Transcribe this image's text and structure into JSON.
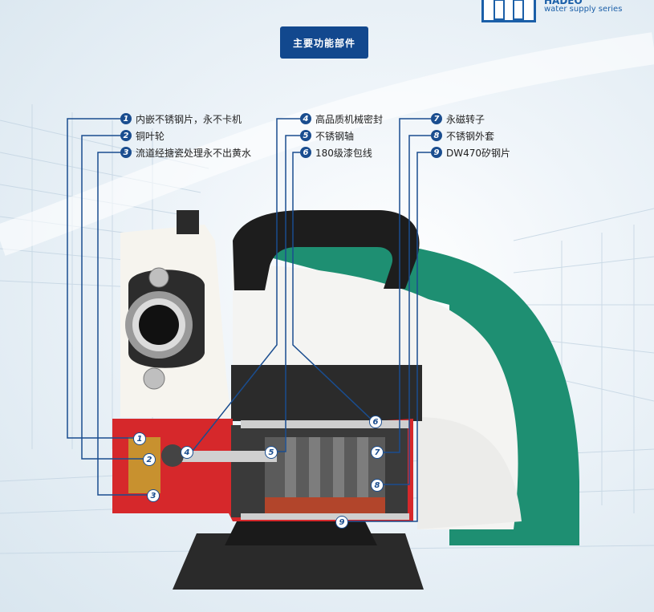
{
  "brand": {
    "name": "HADEO",
    "tagline": "water supply series"
  },
  "title": "主要功能部件",
  "callouts": [
    {
      "num": "1",
      "text": "内嵌不锈钢片，永不卡机"
    },
    {
      "num": "2",
      "text": "铜叶轮"
    },
    {
      "num": "3",
      "text": "流道经搪瓷处理永不出黄水"
    },
    {
      "num": "4",
      "text": "高品质机械密封"
    },
    {
      "num": "5",
      "text": "不锈钢轴"
    },
    {
      "num": "6",
      "text": "180级漆包线"
    },
    {
      "num": "7",
      "text": "永磁转子"
    },
    {
      "num": "8",
      "text": "不锈钢外套"
    },
    {
      "num": "9",
      "text": "DW470矽钢片"
    }
  ],
  "colors": {
    "accent_blue": "#1a4d8f",
    "pump_green": "#1e8f72",
    "cutaway_red": "#d6282b",
    "handle_black": "#1d1d1d"
  },
  "icons": [
    "brand-logo-icon",
    "pump-illustration"
  ]
}
